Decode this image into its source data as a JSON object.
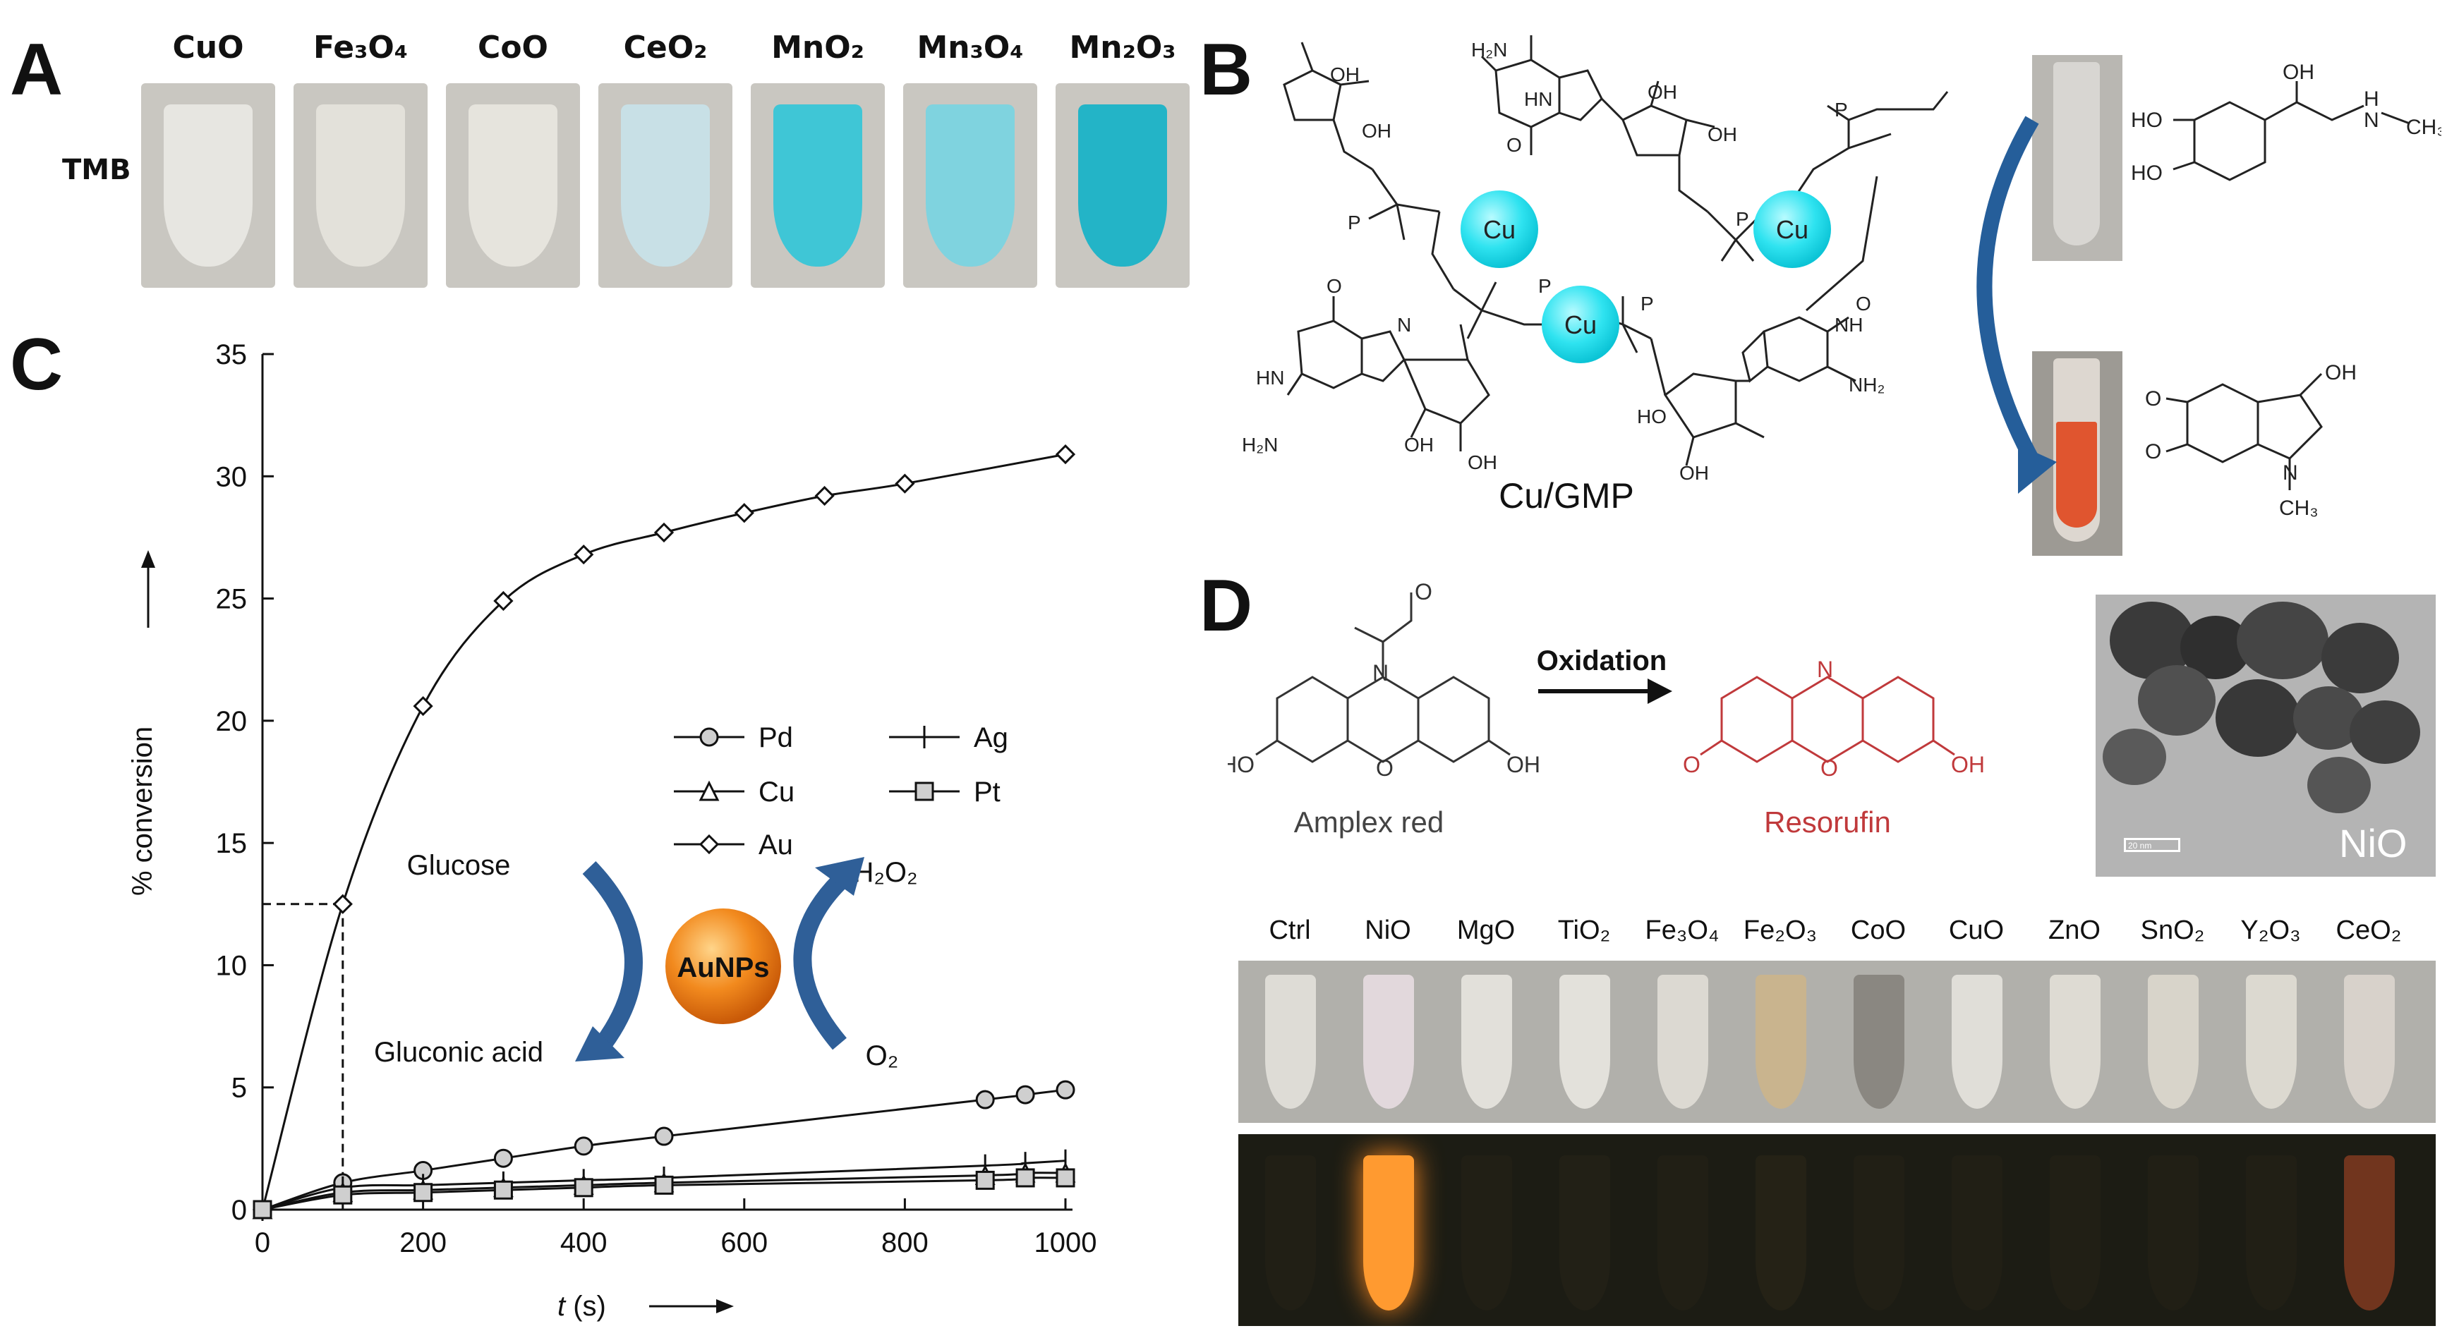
{
  "panels": {
    "a": {
      "letter": "A",
      "row_label": "TMB",
      "tubes": [
        {
          "name": "CuO",
          "color": "#e7e6e1"
        },
        {
          "name": "Fe₃O₄",
          "color": "#e3e1da"
        },
        {
          "name": "CoO",
          "color": "#e6e4dd"
        },
        {
          "name": "CeO₂",
          "color": "#c8e0e6"
        },
        {
          "name": "MnO₂",
          "color": "#3fc6d6"
        },
        {
          "name": "Mn₃O₄",
          "color": "#7fd3df"
        },
        {
          "name": "Mn₂O₃",
          "color": "#23b4c7"
        }
      ]
    },
    "b": {
      "letter": "B",
      "metal_label": "Cu",
      "title": "Cu/GMP",
      "atoms": {
        "OH": "OH",
        "H2N": "H₂N",
        "NH2": "NH₂",
        "NH": "NH",
        "N": "N",
        "O": "O",
        "P": "P",
        "HN": "HN",
        "HO": "HO",
        "CH3": "CH₃",
        "H": "H"
      }
    },
    "c": {
      "letter": "C",
      "glucose": "Glucose",
      "h2o2": "H₂O₂",
      "gluconic": "Gluconic acid",
      "o2": "O₂",
      "catalyst": "AuNPs",
      "ylabel": "% conversion",
      "xlabel_t": "t",
      "xlabel_unit": " (s)"
    },
    "d": {
      "letter": "D",
      "reactant": "Amplex red",
      "product": "Resorufin",
      "arrow_label": "Oxidation",
      "tem_label": "NiO",
      "scale_label": "20 nm",
      "tubes": [
        {
          "name": "Ctrl",
          "color": "#dedcd6",
          "glow": 0
        },
        {
          "name": "NiO",
          "color": "#e2d8dc",
          "glow": 1
        },
        {
          "name": "MgO",
          "color": "#e2e0da",
          "glow": 0.05
        },
        {
          "name": "TiO₂",
          "color": "#e3e1db",
          "glow": 0.15
        },
        {
          "name": "Fe₃O₄",
          "color": "#dcd9d2",
          "glow": 0.05
        },
        {
          "name": "Fe₂O₃",
          "color": "#c9b48e",
          "glow": 0.2
        },
        {
          "name": "CoO",
          "color": "#8a8781",
          "glow": 0
        },
        {
          "name": "CuO",
          "color": "#e0ded8",
          "glow": 0.05
        },
        {
          "name": "ZnO",
          "color": "#dedbd3",
          "glow": 0.05
        },
        {
          "name": "SnO₂",
          "color": "#d8d4ca",
          "glow": 0.05
        },
        {
          "name": "Y₂O₃",
          "color": "#dcd9d0",
          "glow": 0.05
        },
        {
          "name": "CeO₂",
          "color": "#d8d2cb",
          "glow": 0.45
        }
      ]
    }
  },
  "chart_data": {
    "type": "line",
    "xlim": [
      0,
      1000
    ],
    "ylim": [
      0,
      35
    ],
    "xticks": [
      0,
      200,
      400,
      600,
      800,
      1000
    ],
    "yticks": [
      0,
      5,
      10,
      15,
      20,
      25,
      30,
      35
    ],
    "legend_placement": "center-right",
    "guide": {
      "x": 100,
      "y": 12.5
    },
    "series": [
      {
        "name": "Au",
        "marker": "diamond",
        "x": [
          0,
          100,
          200,
          300,
          400,
          500,
          600,
          700,
          800,
          1000
        ],
        "y": [
          0,
          12.5,
          20.6,
          24.9,
          26.8,
          27.7,
          28.5,
          29.2,
          29.7,
          30.9
        ]
      },
      {
        "name": "Pd",
        "marker": "circle",
        "x": [
          0,
          100,
          200,
          300,
          400,
          500,
          900,
          950,
          1000
        ],
        "y": [
          0,
          1.1,
          1.6,
          2.1,
          2.6,
          3.0,
          4.5,
          4.7,
          4.9
        ]
      },
      {
        "name": "Ag",
        "marker": "plus",
        "x": [
          0,
          100,
          200,
          300,
          400,
          500,
          900,
          950,
          1000
        ],
        "y": [
          0,
          0.9,
          1.0,
          1.1,
          1.2,
          1.3,
          1.8,
          1.9,
          2.0
        ]
      },
      {
        "name": "Cu",
        "marker": "triangle",
        "x": [
          0,
          100,
          200,
          300,
          400,
          500,
          900,
          950,
          1000
        ],
        "y": [
          0,
          0.7,
          0.8,
          0.9,
          1.0,
          1.1,
          1.4,
          1.5,
          1.5
        ]
      },
      {
        "name": "Pt",
        "marker": "square",
        "x": [
          0,
          100,
          200,
          300,
          400,
          500,
          900,
          950,
          1000
        ],
        "y": [
          0,
          0.6,
          0.7,
          0.8,
          0.9,
          1.0,
          1.2,
          1.3,
          1.3
        ]
      }
    ]
  }
}
